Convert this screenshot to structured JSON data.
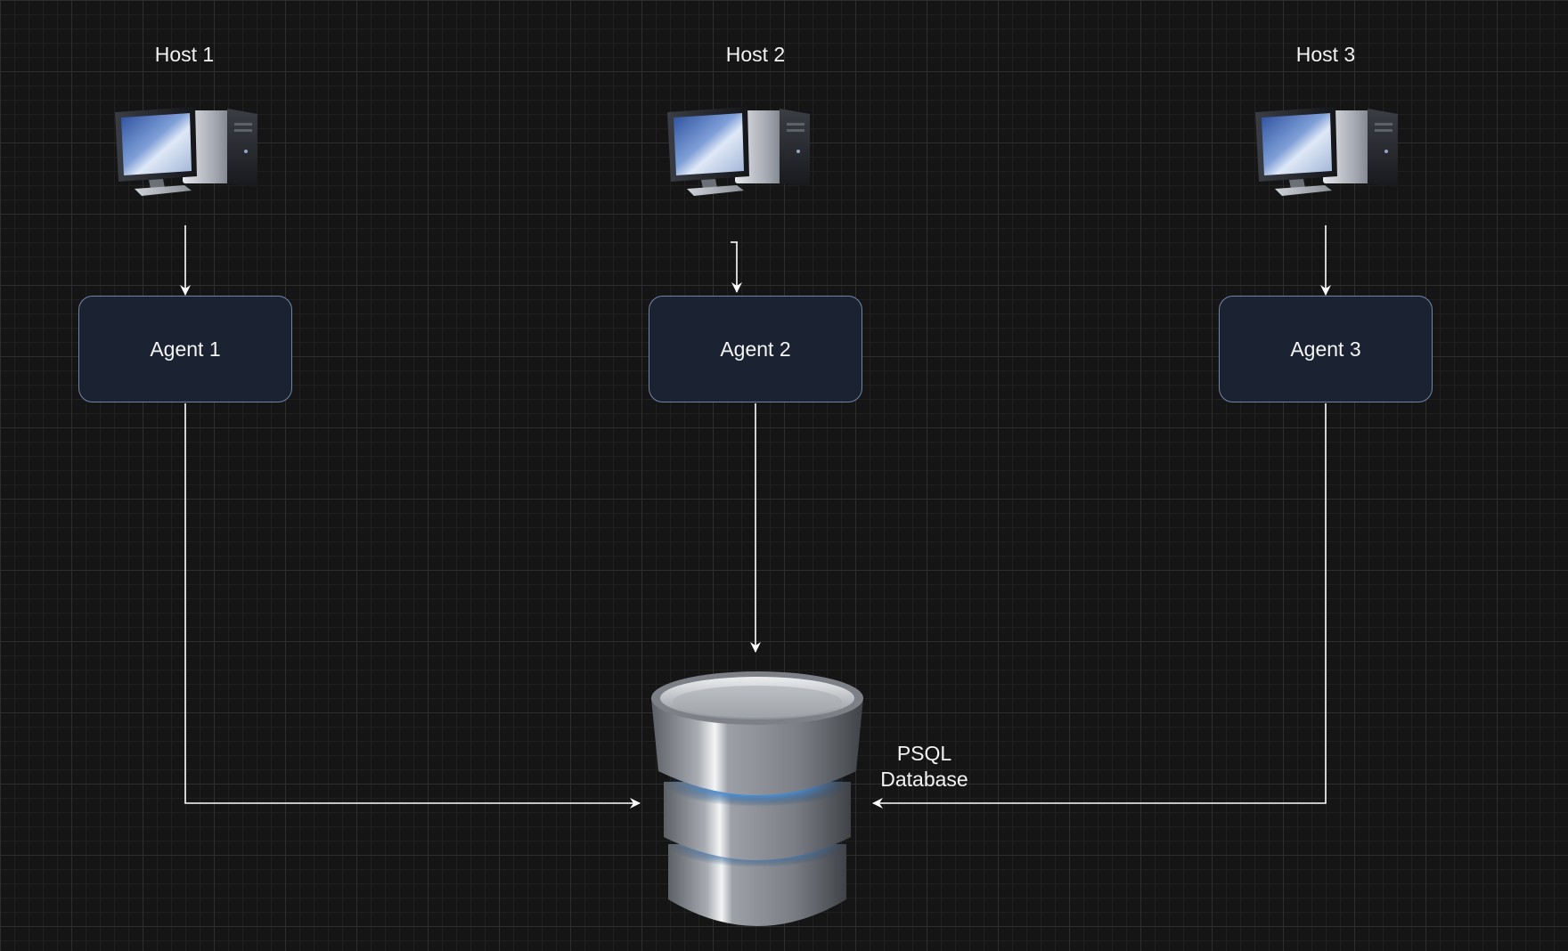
{
  "hosts": [
    {
      "label": "Host 1"
    },
    {
      "label": "Host 2"
    },
    {
      "label": "Host 3"
    }
  ],
  "agents": [
    {
      "label": "Agent 1"
    },
    {
      "label": "Agent 2"
    },
    {
      "label": "Agent 3"
    }
  ],
  "database": {
    "label_line1": "PSQL",
    "label_line2": "Database",
    "icon": "database-cylinder-icon"
  },
  "computer_icon": "desktop-computer-icon",
  "colors": {
    "background": "#151515",
    "agent_fill": "#1b2333",
    "agent_border": "#6f86a8",
    "connector": "#ffffff"
  }
}
